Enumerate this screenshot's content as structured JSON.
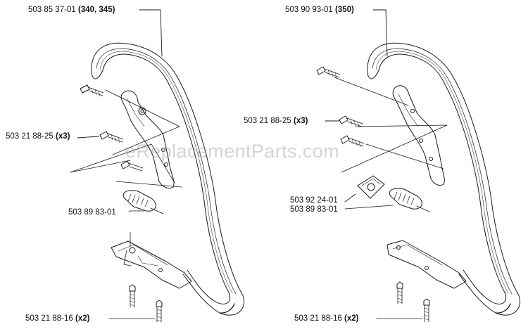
{
  "watermark": "eReplacementParts.com",
  "left": {
    "handle_part": "503 85 37-01",
    "handle_models": "(340, 345)",
    "screw_part": "503 21 88-25",
    "screw_qty": "(x3)",
    "spring_part": "503 89 83-01",
    "bottom_screw_part": "503 21 88-16",
    "bottom_screw_qty": "(x2)"
  },
  "right": {
    "handle_part": "503 90 93-01",
    "handle_models": "(350)",
    "screw_part": "503 21 88-25",
    "screw_qty": "(x3)",
    "bracket_part": "503 92 24-01",
    "spring_part": "503 89 83-01",
    "bottom_screw_part": "503 21 88-16",
    "bottom_screw_qty": "(x2)"
  },
  "colors": {
    "line": "#1a1a1a",
    "fill": "#ffffff"
  },
  "icons": [
    "handlebar-icon",
    "screw-icon",
    "spring-icon",
    "bracket-icon"
  ]
}
